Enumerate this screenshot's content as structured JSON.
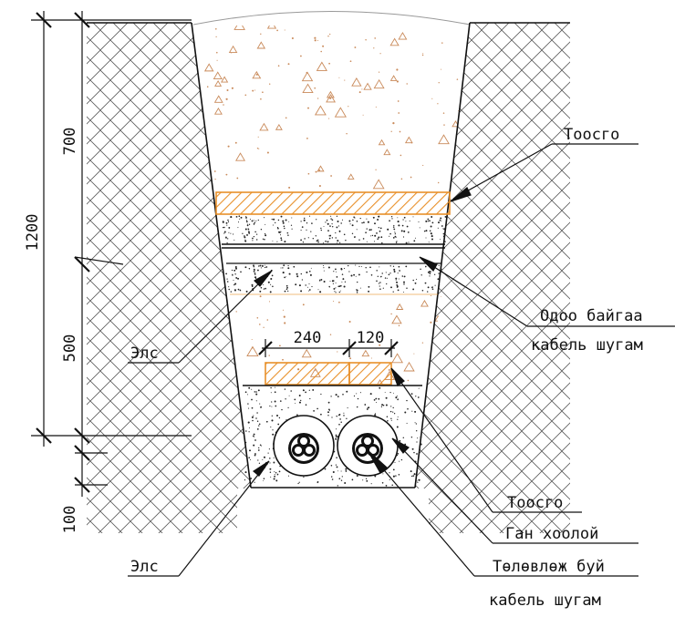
{
  "dimensions": {
    "total": "1200",
    "upper": "700",
    "middle": "500",
    "bottom": "100",
    "brick_wide": "240",
    "brick_narrow": "120"
  },
  "labels": {
    "brick_top": "Тоосго",
    "cable_tray_line1": "Одоо байгаа",
    "cable_tray_line2": "кабель шугам",
    "sand_upper": "Элс",
    "brick_bottom": "Тоосго",
    "steel_pipe": "Ган хоолой",
    "sand_lower": "Элс",
    "cable_line1": "Төлөвлөж буй",
    "cable_line2": "кабель шугам"
  },
  "colors": {
    "brick": "#e8902a",
    "sand_dot": "#c98a5a",
    "line": "#111111",
    "hatch": "#444444"
  }
}
